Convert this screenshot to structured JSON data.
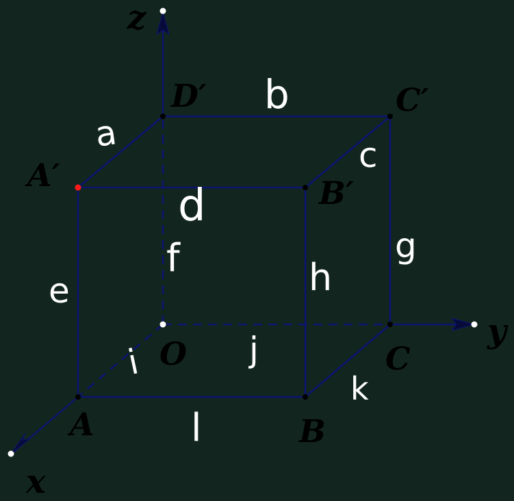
{
  "colors": {
    "background": "#12261f",
    "edge": "#0c1470",
    "label": "#000000",
    "handwriting": "#ffffff",
    "highlight_point": "#ff1a1a"
  },
  "axes": {
    "x": "x",
    "y": "y",
    "z": "z"
  },
  "vertices": {
    "O": "O",
    "A": "A",
    "B": "B",
    "C": "C",
    "A_prime": "A′",
    "B_prime": "B′",
    "C_prime": "C′",
    "D_prime": "D′"
  },
  "edge_marks": {
    "a": "a",
    "b": "b",
    "c": "c",
    "d": "d",
    "e": "e",
    "f": "f",
    "g": "g",
    "h": "h",
    "i": "i",
    "j": "j",
    "k": "k",
    "l": "l"
  },
  "highlighted_vertex": "A′"
}
